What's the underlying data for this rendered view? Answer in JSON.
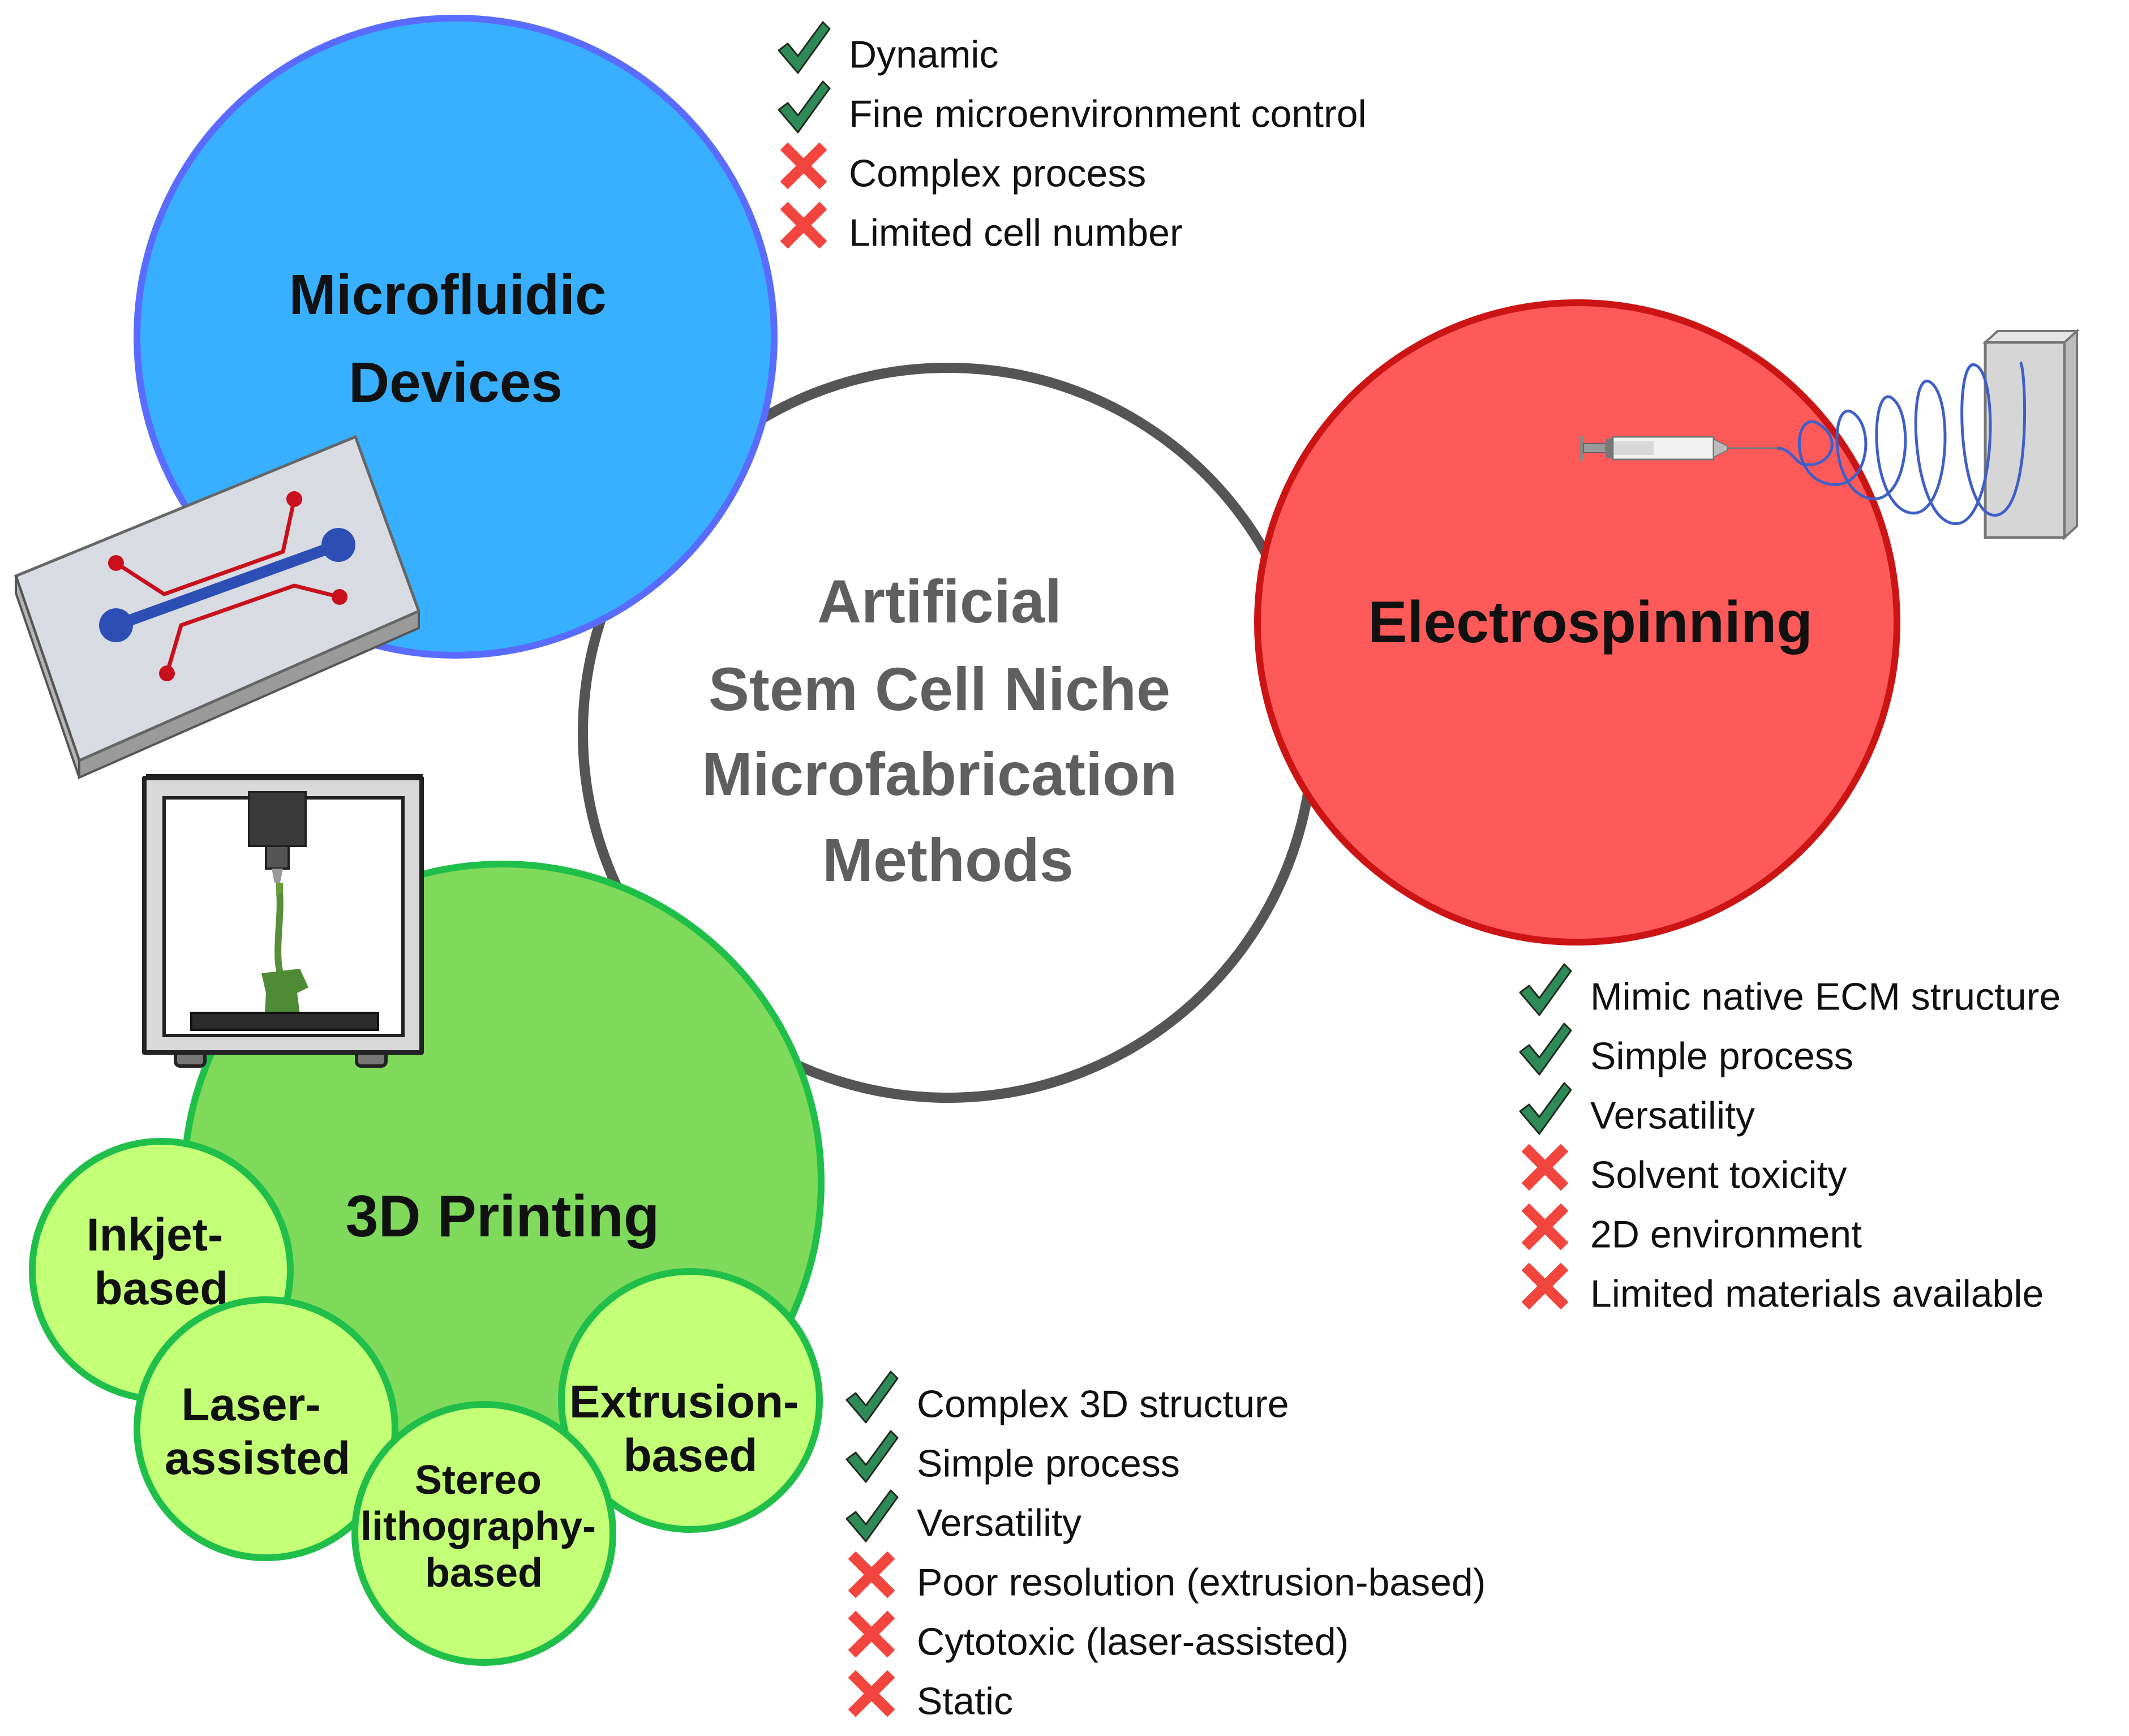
{
  "center": {
    "lines": [
      "Artificial",
      "Stem Cell Niche",
      "Microfabrication",
      "Methods"
    ]
  },
  "microfluidic": {
    "title_lines": [
      "Microfluidic",
      "Devices"
    ],
    "fill": "#38b0ff",
    "stroke": "#5a6cff",
    "pros": [
      "Dynamic",
      "Fine microenvironment control"
    ],
    "cons": [
      "Complex process",
      "Limited cell number"
    ]
  },
  "electrospinning": {
    "title": "Electrospinning",
    "fill": "#ff5a5a",
    "stroke": "#cc1414",
    "pros": [
      "Mimic native ECM structure",
      "Simple process",
      "Versatility"
    ],
    "cons": [
      "Solvent toxicity",
      "2D environment",
      "Limited materials available"
    ]
  },
  "printing": {
    "title": "3D Printing",
    "fill": "#7fd95a",
    "stroke": "#1fbf4a",
    "sub_fill": "#c4ff78",
    "subtypes": {
      "inkjet": [
        "Inkjet-",
        "based"
      ],
      "laser": [
        "Laser-",
        "assisted"
      ],
      "stereo": [
        "Stereo",
        "lithography-",
        "based"
      ],
      "extrusion": [
        "Extrusion-",
        "based"
      ]
    },
    "pros": [
      "Complex 3D structure",
      "Simple process",
      "Versatility"
    ],
    "cons": [
      "Poor resolution (extrusion-based)",
      "Cytotoxic (laser-assisted)",
      "Static"
    ]
  },
  "icons": {
    "pro": "check-icon",
    "con": "cross-icon",
    "pro_color": "#2e8b57",
    "con_color": "#f2453d"
  }
}
